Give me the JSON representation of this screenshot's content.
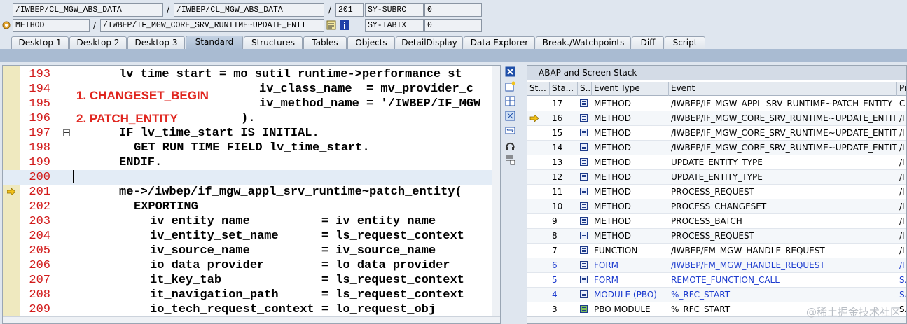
{
  "header": {
    "row1": {
      "field1": "/IWBEP/CL_MGW_ABS_DATA=======",
      "field2": "/IWBEP/CL_MGW_ABS_DATA=======",
      "field3": "201",
      "var_name": "SY-SUBRC",
      "var_value": "0"
    },
    "row2": {
      "field1": "METHOD",
      "field2": "/IWBEP/IF_MGW_CORE_SRV_RUNTIME~UPDATE_ENTI",
      "var_name": "SY-TABIX",
      "var_value": "0"
    },
    "separator": "/"
  },
  "tabs": [
    {
      "label": "Desktop 1"
    },
    {
      "label": "Desktop 2"
    },
    {
      "label": "Desktop 3"
    },
    {
      "label": "Standard",
      "active": true
    },
    {
      "label": "Structures"
    },
    {
      "label": "Tables"
    },
    {
      "label": "Objects"
    },
    {
      "label": "DetailDisplay"
    },
    {
      "label": "Data Explorer"
    },
    {
      "label": "Break./Watchpoints"
    },
    {
      "label": "Diff"
    },
    {
      "label": "Script"
    }
  ],
  "editor": {
    "lines": [
      {
        "num": "193",
        "code": "lv_time_start = mo_sutil_runtime->performance_st"
      },
      {
        "num": "194",
        "code": "iv_class_name  = mv_provider_c"
      },
      {
        "num": "195",
        "code": "iv_method_name = '/IWBEP/IF_MGW"
      },
      {
        "num": "196",
        "code": ")."
      },
      {
        "num": "197",
        "code": "IF lv_time_start IS INITIAL."
      },
      {
        "num": "198",
        "code": "GET RUN TIME FIELD lv_time_start."
      },
      {
        "num": "199",
        "code": "ENDIF."
      },
      {
        "num": "200",
        "code": ""
      },
      {
        "num": "201",
        "code": "me->/iwbep/if_mgw_appl_srv_runtime~patch_entity("
      },
      {
        "num": "202",
        "code": "EXPORTING"
      },
      {
        "num": "203",
        "code": "iv_entity_name          = iv_entity_name"
      },
      {
        "num": "204",
        "code": "iv_entity_set_name      = ls_request_context"
      },
      {
        "num": "205",
        "code": "iv_source_name          = iv_source_name"
      },
      {
        "num": "206",
        "code": "io_data_provider        = lo_data_provider"
      },
      {
        "num": "207",
        "code": "it_key_tab              = ls_request_context"
      },
      {
        "num": "208",
        "code": "it_navigation_path      = ls_request_context"
      },
      {
        "num": "209",
        "code": "io_tech_request_context = lo_request_obj"
      }
    ],
    "annotations": [
      "1. CHANGESET_BEGIN",
      "2. PATCH_ENTITY"
    ]
  },
  "stack": {
    "title": "ABAP and Screen Stack",
    "columns": [
      "St...",
      "Sta...",
      "S...",
      "Event Type",
      "Event",
      "Pr"
    ],
    "rows": [
      {
        "stack": "17",
        "type": "METHOD",
        "event": "/IWBEP/IF_MGW_APPL_SRV_RUNTIME~PATCH_ENTITY",
        "pr": "CL",
        "icon": "method-icon"
      },
      {
        "stack": "16",
        "type": "METHOD",
        "event": "/IWBEP/IF_MGW_CORE_SRV_RUNTIME~UPDATE_ENTITY",
        "pr": "/I",
        "icon": "method-icon",
        "current": true
      },
      {
        "stack": "15",
        "type": "METHOD",
        "event": "/IWBEP/IF_MGW_CORE_SRV_RUNTIME~UPDATE_ENTITY",
        "pr": "/I",
        "icon": "method-icon"
      },
      {
        "stack": "14",
        "type": "METHOD",
        "event": "/IWBEP/IF_MGW_CORE_SRV_RUNTIME~UPDATE_ENTITY",
        "pr": "/I",
        "icon": "method-icon"
      },
      {
        "stack": "13",
        "type": "METHOD",
        "event": "UPDATE_ENTITY_TYPE",
        "pr": "/I",
        "icon": "method-icon"
      },
      {
        "stack": "12",
        "type": "METHOD",
        "event": "UPDATE_ENTITY_TYPE",
        "pr": "/I",
        "icon": "method-icon"
      },
      {
        "stack": "11",
        "type": "METHOD",
        "event": "PROCESS_REQUEST",
        "pr": "/I",
        "icon": "method-icon"
      },
      {
        "stack": "10",
        "type": "METHOD",
        "event": "PROCESS_CHANGESET",
        "pr": "/I",
        "icon": "method-icon"
      },
      {
        "stack": "9",
        "type": "METHOD",
        "event": "PROCESS_BATCH",
        "pr": "/I",
        "icon": "method-icon"
      },
      {
        "stack": "8",
        "type": "METHOD",
        "event": "PROCESS_REQUEST",
        "pr": "/I",
        "icon": "method-icon"
      },
      {
        "stack": "7",
        "type": "FUNCTION",
        "event": "/IWBEP/FM_MGW_HANDLE_REQUEST",
        "pr": "/I",
        "icon": "function-icon"
      },
      {
        "stack": "6",
        "type": "FORM",
        "event": "/IWBEP/FM_MGW_HANDLE_REQUEST",
        "pr": "/I",
        "icon": "form-icon",
        "blue": true
      },
      {
        "stack": "5",
        "type": "FORM",
        "event": "REMOTE_FUNCTION_CALL",
        "pr": "SA",
        "icon": "form-icon",
        "blue": true
      },
      {
        "stack": "4",
        "type": "MODULE (PBO)",
        "event": "%_RFC_START",
        "pr": "SA",
        "icon": "module-icon",
        "blue": true
      },
      {
        "stack": "3",
        "type": "PBO MODULE",
        "event": "%_RFC_START",
        "pr": "SA",
        "icon": "screen-icon"
      }
    ]
  },
  "watermark": "@稀土掘金技术社区",
  "colors": {
    "annotation": "#e0261f",
    "line_number": "#d21b1b",
    "keyword": "#1d4fc2",
    "active_tab": "#a9bbd2"
  }
}
